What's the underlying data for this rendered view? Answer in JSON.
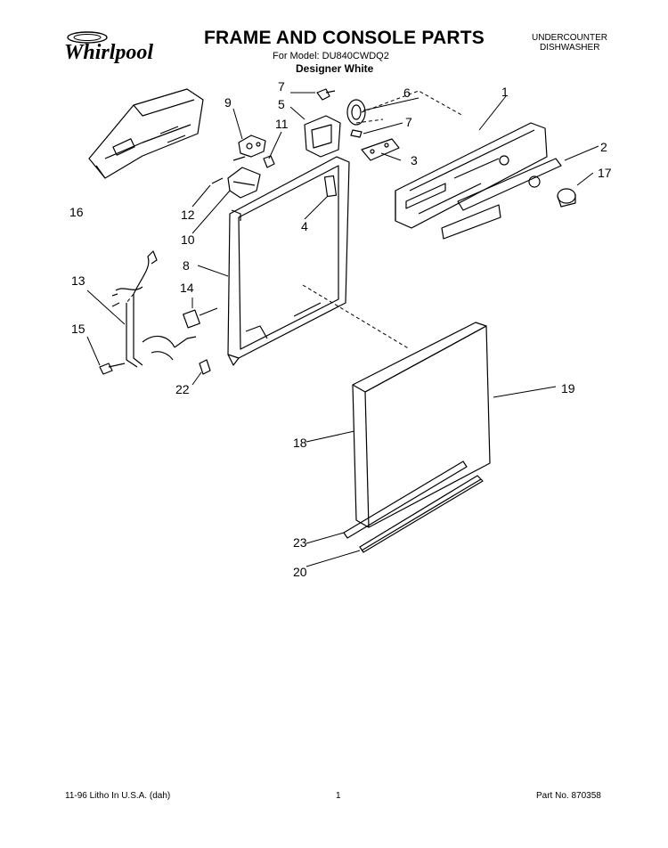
{
  "header": {
    "brand": "Whirlpool",
    "title": "FRAME AND CONSOLE PARTS",
    "model_line": "For Model: DU840CWDQ2",
    "color_line": "Designer White",
    "category_line1": "UNDERCOUNTER",
    "category_line2": "DISHWASHER"
  },
  "callouts": {
    "c1": "1",
    "c2": "2",
    "c3": "3",
    "c4": "4",
    "c5": "5",
    "c6": "6",
    "c7a": "7",
    "c7b": "7",
    "c8": "8",
    "c9": "9",
    "c10": "10",
    "c11": "11",
    "c12": "12",
    "c13": "13",
    "c14": "14",
    "c15": "15",
    "c16": "16",
    "c17": "17",
    "c18": "18",
    "c19": "19",
    "c20": "20",
    "c22": "22",
    "c23": "23"
  },
  "footer": {
    "left": "11-96 Litho In U.S.A. (dah)",
    "page": "1",
    "part": "Part No. 870358"
  }
}
